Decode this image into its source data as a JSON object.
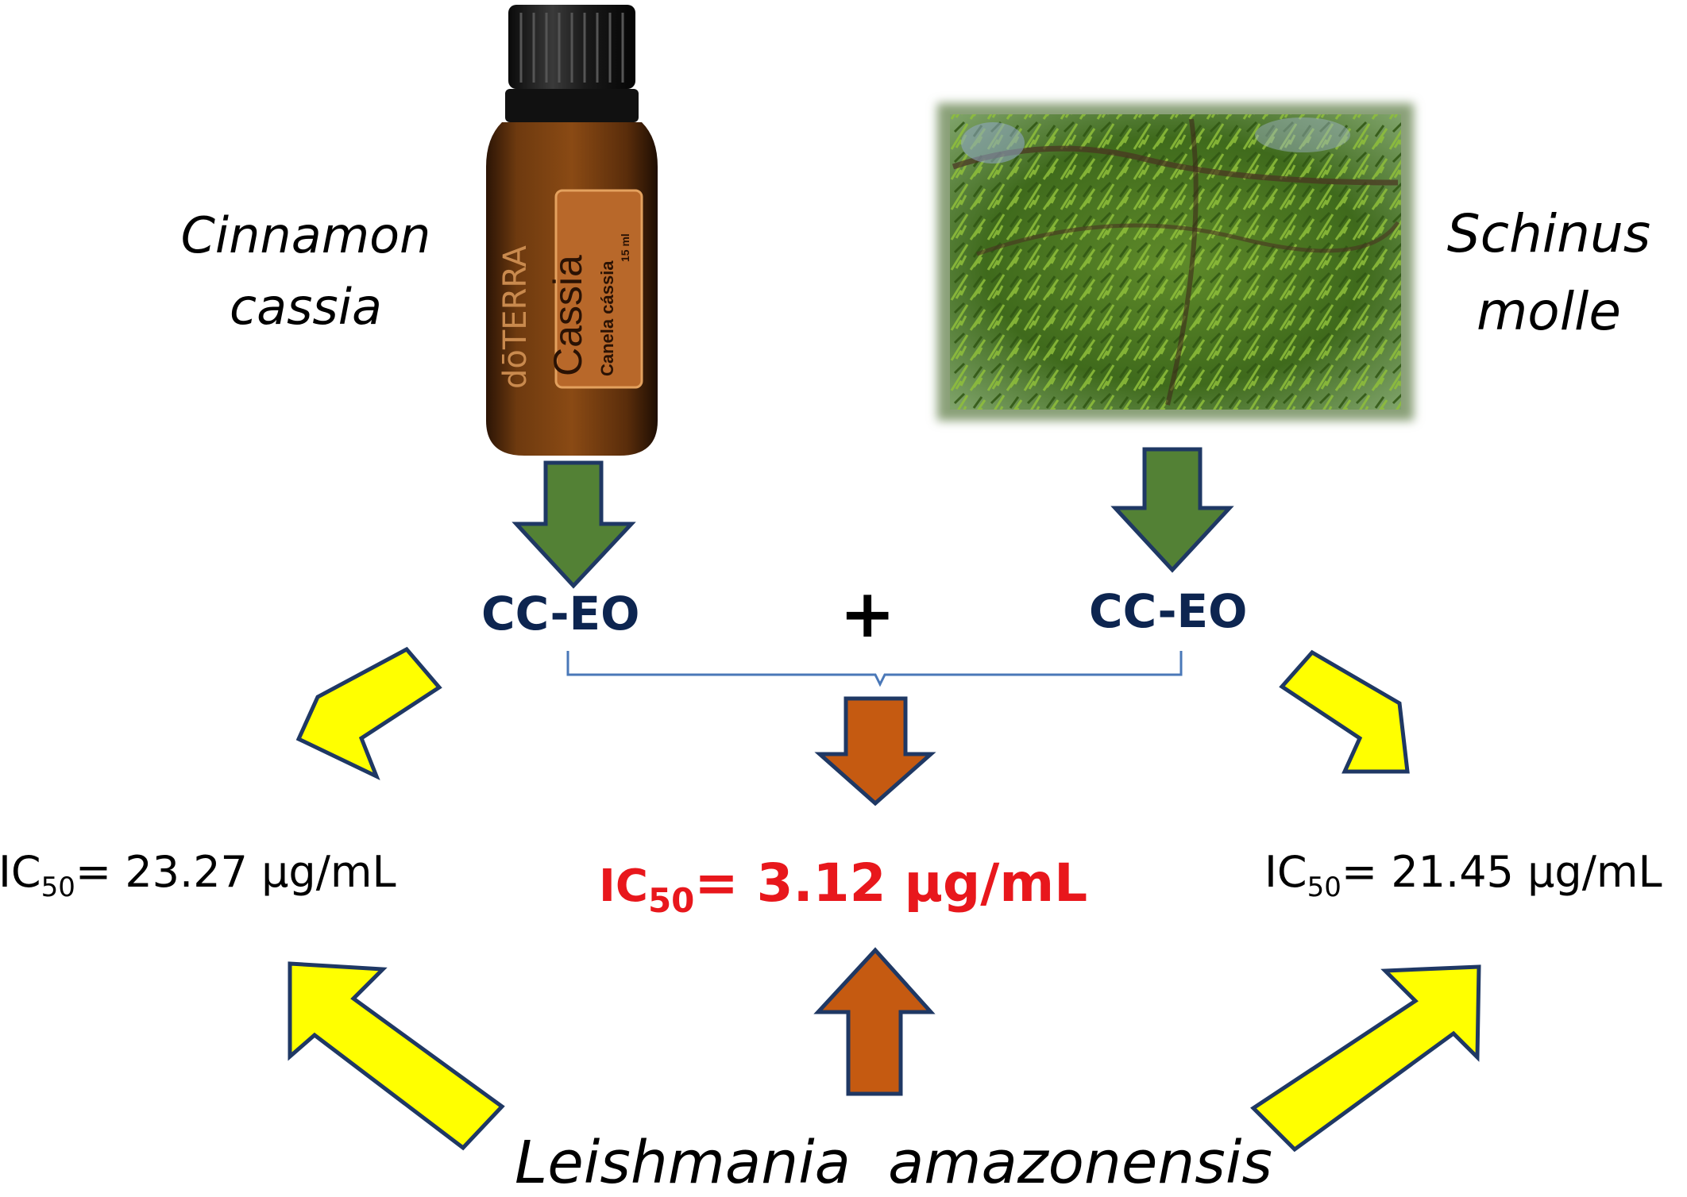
{
  "sources": {
    "left": {
      "name_line1": "Cinnamon",
      "name_line2": "cassia",
      "bottle": {
        "brand": "dōTERRA",
        "product": "Cassia",
        "sub": "Canela cássia",
        "volume": "15 ml"
      }
    },
    "right": {
      "name_line1": "Schinus",
      "name_line2": "molle"
    }
  },
  "extracts": {
    "left": "CC-EO",
    "right": "CC-EO",
    "combine": "+"
  },
  "results": {
    "left": {
      "prefix": "IC",
      "subscript": "50",
      "value": "= 23.27  µg/mL"
    },
    "center": {
      "prefix": "IC",
      "subscript": "50",
      "value": "= 3.12 µg/mL"
    },
    "right": {
      "prefix": "IC",
      "subscript": "50",
      "value": "= 21.45  µg/mL"
    }
  },
  "target": "Leishmania  amazonensis",
  "colors": {
    "green_arrow": "#538135",
    "orange_arrow": "#c55a11",
    "yellow_arrow": "#ffff00",
    "arrow_outline": "#1f3864",
    "bracket": "#4a78b8",
    "eo_text": "#0d2550",
    "highlight": "#e8171c"
  },
  "icons": [
    "down-arrow-icon",
    "diagonal-arrow-icon",
    "up-arrow-icon",
    "essential-oil-bottle",
    "plant-photo"
  ]
}
